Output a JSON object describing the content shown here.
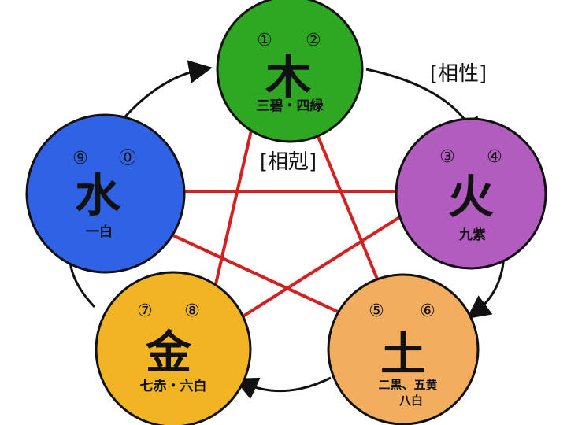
{
  "labels": {
    "generating": "[相性]",
    "overcoming": "[相剋]"
  },
  "elements": {
    "wood": {
      "char": "木",
      "num_left": "①",
      "num_right": "②",
      "sub": "三碧・四緑",
      "color": "#2ea822"
    },
    "fire": {
      "char": "火",
      "num_left": "③",
      "num_right": "④",
      "sub": "九紫",
      "color": "#b25cc0"
    },
    "earth": {
      "char": "土",
      "num_left": "⑤",
      "num_right": "⑥",
      "sub_line1": "二黒、五黄",
      "sub_line2": "八白",
      "color": "#f2ad5e"
    },
    "metal": {
      "char": "金",
      "num_left": "⑦",
      "num_right": "⑧",
      "sub": "七赤・六白",
      "color": "#f1b523"
    },
    "water": {
      "char": "水",
      "num_left": "⑨",
      "num_right": "⓪",
      "sub": "一白",
      "color": "#2f62e4"
    }
  },
  "colors": {
    "star_lines": "#d42020",
    "cycle_arrows": "#111111",
    "outline": "#111111"
  }
}
